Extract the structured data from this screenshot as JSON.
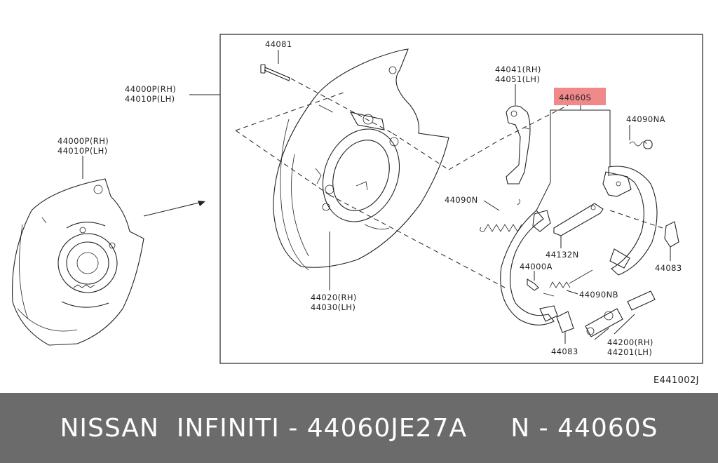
{
  "colors": {
    "highlight": "#f08a8a",
    "footer_bg": "#6b6b6b",
    "footer_text": "#ffffff"
  },
  "labels": {
    "l44081": "44081",
    "l44000p_rh_main": "44000P(RH)",
    "l44010p_lh_main": "44010P(LH)",
    "l44000p_rh_small": "44000P(RH)",
    "l44010p_lh_small": "44010P(LH)",
    "l44041_rh": "44041(RH)",
    "l44051_lh": "44051(LH)",
    "l44060s": "44060S",
    "l44090na": "44090NA",
    "l44090n": "44090N",
    "l44132n": "44132N",
    "l44000a": "44000A",
    "l44090nb": "44090NB",
    "l44083_right": "44083",
    "l44083_bottom": "44083",
    "l44020_rh": "44020(RH)",
    "l44030_lh": "44030(LH)",
    "l44200_rh": "44200(RH)",
    "l44201_lh": "44201(LH)"
  },
  "diagram_code": "E441002J",
  "footer": {
    "text": "NISSAN  INFINITI - 44060JE27A     N - 44060S"
  }
}
